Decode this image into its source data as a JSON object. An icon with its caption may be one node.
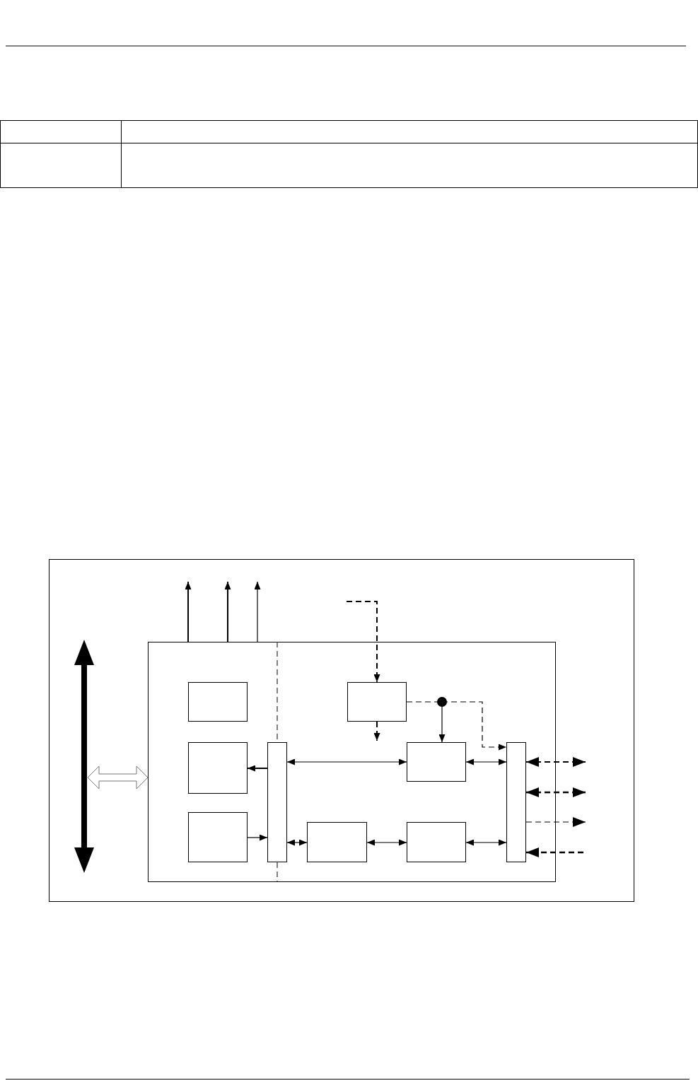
{
  "diagram": {
    "nodes": [
      {
        "text": [],
        "shape": "box"
      },
      {
        "text": [],
        "shape": "box",
        "in": 0
      },
      {
        "text": [],
        "shape": "box",
        "in": 1
      },
      {
        "text": [],
        "shape": "box",
        "in": 1
      },
      {
        "text": [],
        "shape": "box",
        "in": 1
      },
      {
        "text": [],
        "shape": "box",
        "in": 1
      },
      {
        "text": [],
        "shape": "box",
        "in": 1
      },
      {
        "text": [],
        "shape": "box",
        "in": 1
      },
      {
        "text": [],
        "shape": "box",
        "in": 1
      },
      {
        "text": [],
        "shape": "box",
        "in": 1
      },
      {
        "text": [],
        "shape": "box",
        "in": 1
      },
      {
        "text": [],
        "shape": "bar",
        "in": 0
      }
    ],
    "edges": [
      {
        "from": 1,
        "to": null,
        "arrow": "to"
      },
      {
        "from": 1,
        "to": null,
        "arrow": "to"
      },
      {
        "from": 1,
        "to": null,
        "arrow": "to"
      },
      {
        "from": null,
        "to": 6,
        "arrow": "to",
        "style": "dashed"
      },
      {
        "from": 6,
        "to": null,
        "arrow": "to",
        "style": "dashed"
      },
      {
        "from": 6,
        "to": 7,
        "arrow": "to"
      },
      {
        "from": 6,
        "to": 10,
        "arrow": "to",
        "style": "dashed"
      },
      {
        "from": 5,
        "to": 3,
        "arrow": "to"
      },
      {
        "from": 4,
        "to": 5,
        "arrow": "to"
      },
      {
        "from": 5,
        "to": 7,
        "arrow": "both"
      },
      {
        "from": 5,
        "to": 8,
        "arrow": "both"
      },
      {
        "from": 8,
        "to": 9,
        "arrow": "both"
      },
      {
        "from": 7,
        "to": 10,
        "arrow": "both"
      },
      {
        "from": 9,
        "to": 10,
        "arrow": "both"
      },
      {
        "from": 10,
        "to": null,
        "arrow": "both",
        "style": "dashed"
      },
      {
        "from": 10,
        "to": null,
        "arrow": "both",
        "style": "dashed"
      },
      {
        "from": 10,
        "to": null,
        "arrow": "to",
        "style": "dashed"
      },
      {
        "from": null,
        "to": 10,
        "arrow": "to",
        "style": "dashed"
      },
      {
        "from": 11,
        "to": 1,
        "arrow": "both",
        "style": "thick"
      }
    ]
  }
}
